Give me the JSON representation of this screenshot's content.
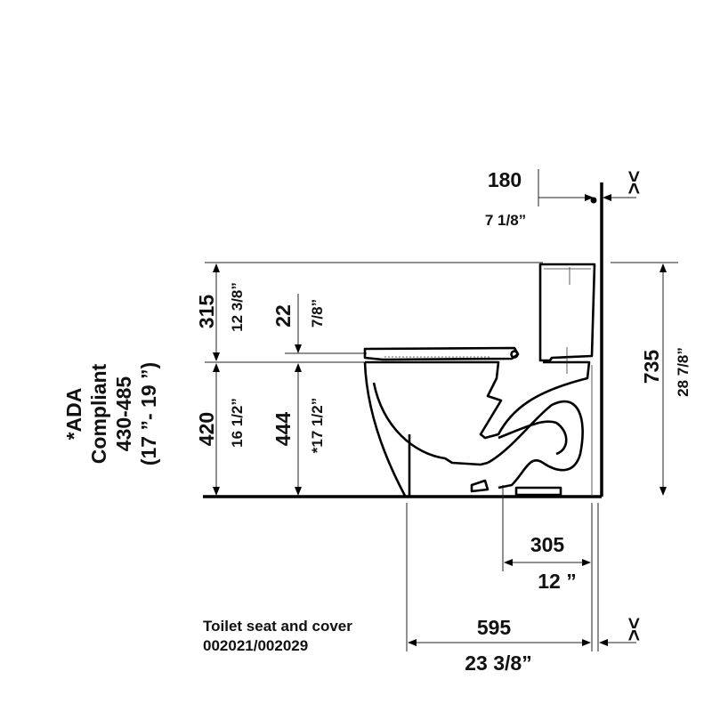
{
  "ada_note": {
    "line1": "*ADA",
    "line2": "Compliant",
    "line3": "430-485",
    "line4": "(17 ”- 19 ”)"
  },
  "dimensions": {
    "tank_height_mm": "315",
    "tank_height_in": "12 3/8”",
    "seat_thickness_mm": "22",
    "seat_thickness_in": "7/8”",
    "rim_height_mm": "420",
    "rim_height_in": "16 1/2”",
    "seat_height_mm": "444",
    "seat_height_in": "*17 1/2”",
    "total_height_mm": "735",
    "total_height_in": "28 7/8”",
    "wall_offset_mm": "180",
    "wall_offset_in": "7 1/8”",
    "rough_in_mm": "305",
    "rough_in_in": "12 ”",
    "depth_mm": "595",
    "depth_in": "23 3/8”"
  },
  "wall_symbol": "><",
  "seat_note": {
    "title": "Toilet seat and cover",
    "codes": "002021/002029"
  }
}
